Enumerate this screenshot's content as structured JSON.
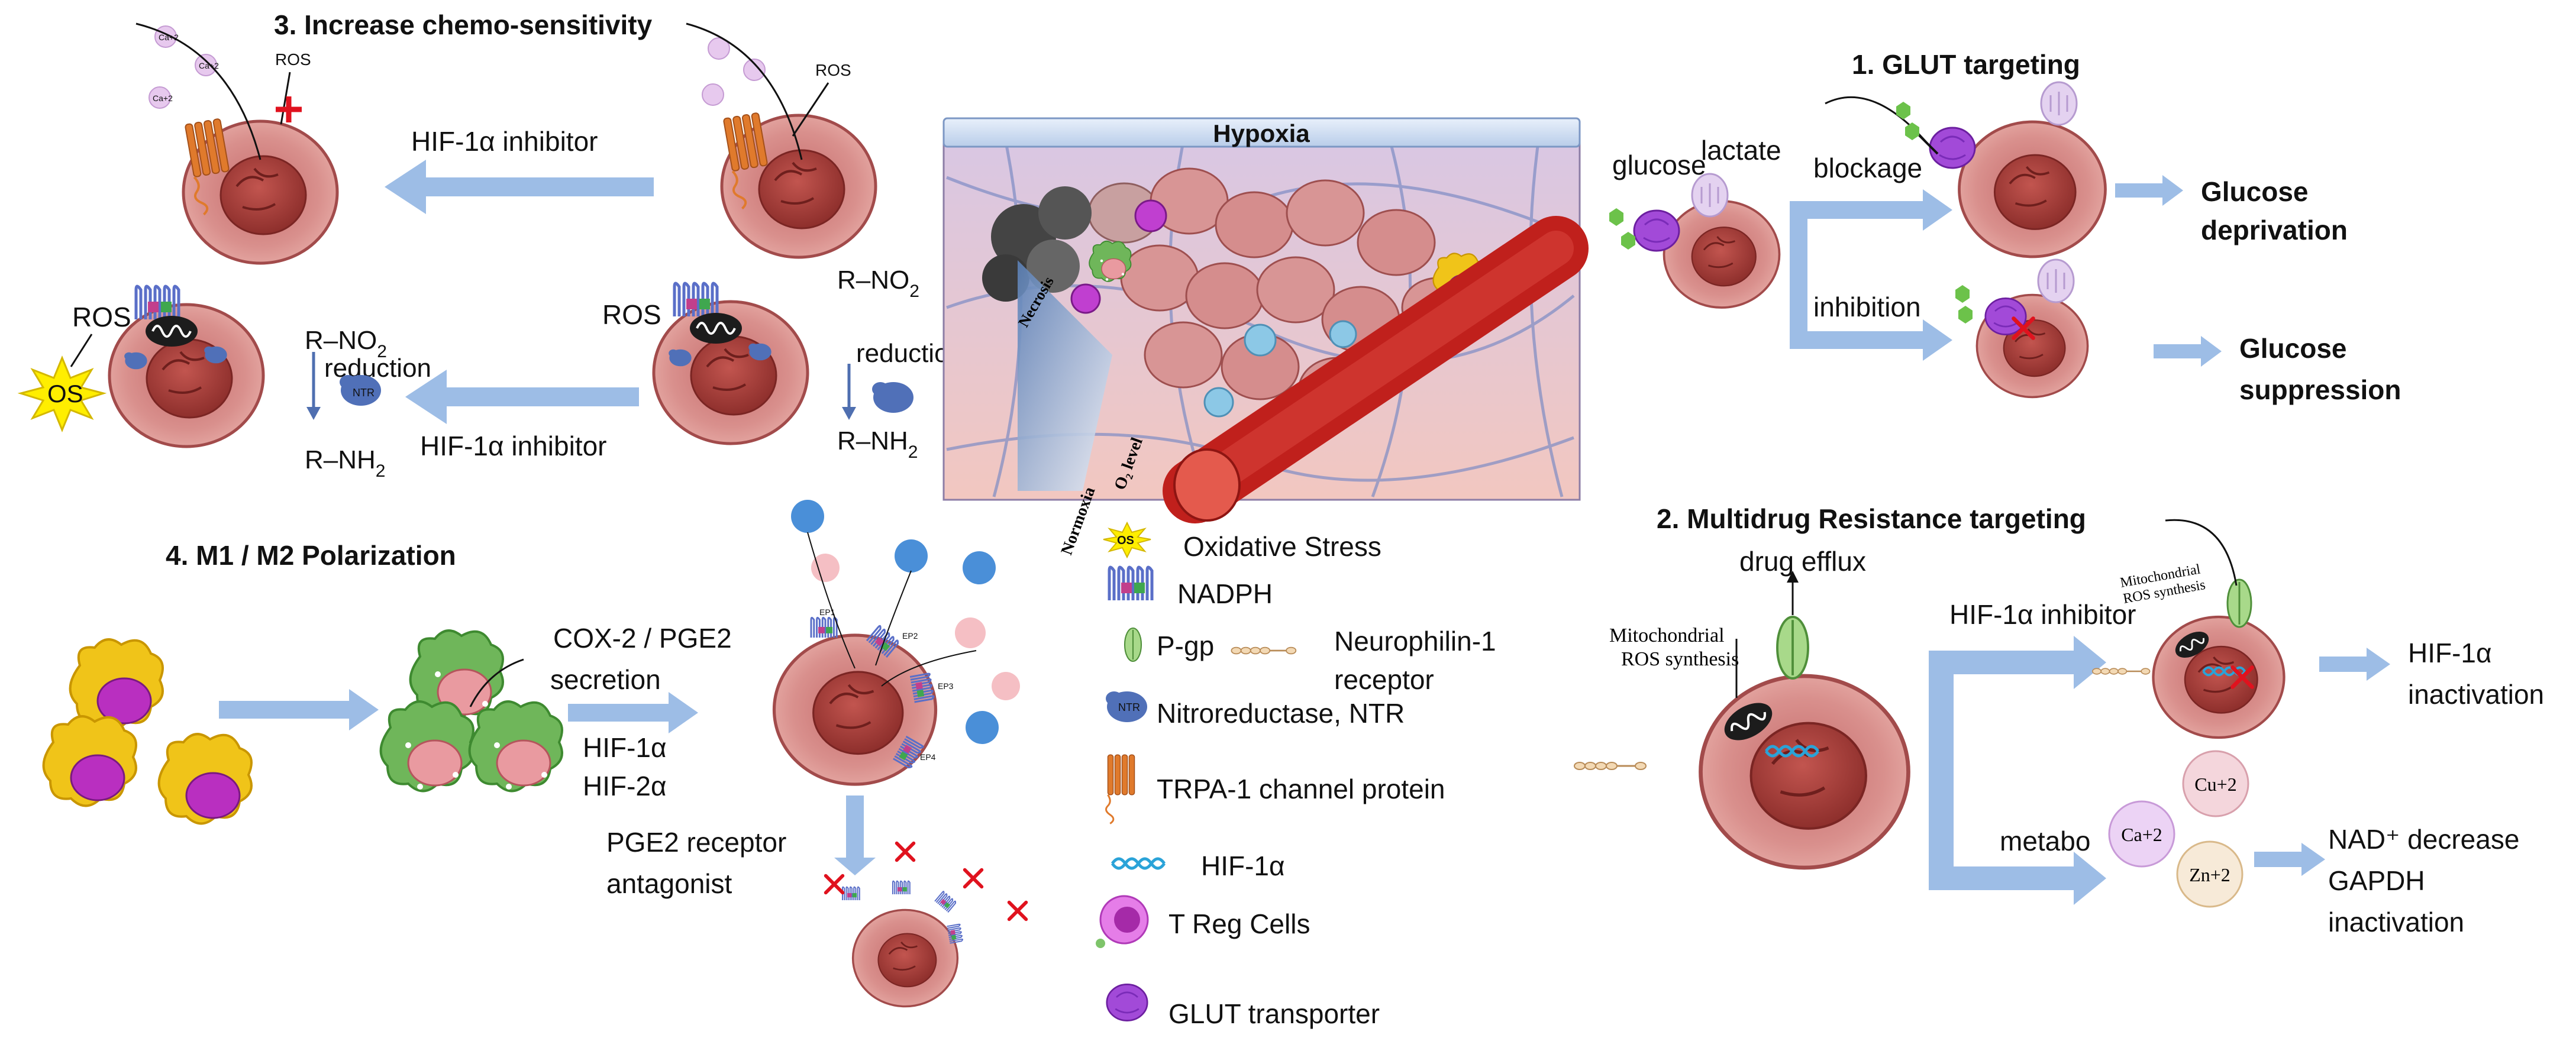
{
  "sections": {
    "chemo": {
      "title": "3. Increase chemo-sensitivity",
      "arrow_top": "HIF-1α inhibitor",
      "arrow_bottom": "HIF-1α inhibitor",
      "ros_small": "ROS",
      "ros_small_right": "ROS",
      "ros_left": "ROS",
      "ros_mid": "ROS",
      "os_burst": "OS",
      "ion1": "Ca+2",
      "ion2": "Ca+2",
      "ion3": "Ca+2",
      "nitro_left_1": "R–NO",
      "nitro_left_sub": "2",
      "nitro_left_reduction": "reduction",
      "nitro_left_amine": "R–NH",
      "nitro_left_amine_sub": "2",
      "nitro_right_1": "R–NO",
      "nitro_right_sub": "2",
      "nitro_right_reduction": "reduction",
      "nitro_right_amine": "R–NH",
      "nitro_right_amine_sub": "2",
      "ntr_chip": "NTR"
    },
    "hypoxia": {
      "title": "Hypoxia",
      "necrosis": "Necrosis",
      "normoxia": "Normoxia",
      "o2": "O₂ level"
    },
    "glut": {
      "title": "1. GLUT targeting",
      "glucose": "glucose",
      "lactate": "lactate",
      "blockage": "blockage",
      "inhibition": "inhibition",
      "out1_line1": "Glucose",
      "out1_line2": "deprivation",
      "out2_line1": "Glucose",
      "out2_line2": "suppression"
    },
    "polarization": {
      "title": "4. M1 / M2 Polarization",
      "cox": "COX-2 / PGE2",
      "secretion": "secretion",
      "hif1": "HIF-1α",
      "hif2": "HIF-2α",
      "antagonist_line1": "PGE2 receptor",
      "antagonist_line2": "antagonist",
      "ep1": "EP1",
      "ep2": "EP2",
      "ep3": "EP3",
      "ep4": "EP4"
    },
    "mdr": {
      "title": "2. Multidrug Resistance targeting",
      "drug_efflux": "drug efflux",
      "mito_line1": "Mitochondrial",
      "mito_line2": "ROS synthesis",
      "mito_small_1": "Mitochondrial",
      "mito_small_2": "ROS synthesis",
      "hif_inhibitor": "HIF-1α inhibitor",
      "out1_line1": "HIF-1α",
      "out1_line2": "inactivation",
      "metabo": "metabo",
      "cu": "Cu+2",
      "ca": "Ca+2",
      "zn": "Zn+2",
      "out2_line1": "NAD⁺ decrease",
      "out2_line2": "GAPDH",
      "out2_line3": "inactivation"
    }
  },
  "legend": {
    "items": [
      {
        "key": "os",
        "label": "Oxidative Stress"
      },
      {
        "key": "nadph",
        "label": "NADPH"
      },
      {
        "key": "pgp",
        "label": "P-gp"
      },
      {
        "key": "neuro1",
        "label": "Neurophilin-1"
      },
      {
        "key": "neuro2",
        "label": "receptor"
      },
      {
        "key": "ntr",
        "label": "Nitroreductase, NTR"
      },
      {
        "key": "trpa",
        "label": "TRPA-1 channel protein"
      },
      {
        "key": "hif",
        "label": "HIF-1α"
      },
      {
        "key": "treg",
        "label": "T Reg Cells"
      },
      {
        "key": "glut",
        "label": "GLUT transporter"
      }
    ],
    "os_icon_text": "OS",
    "ntr_icon_text": "NTR"
  },
  "colors": {
    "arrow": "#9dbde6",
    "cell": "#d98c8c",
    "cell_dark": "#b04a4a",
    "nucleus": "#a8423f",
    "vessel": "#c0201c",
    "glut": "#a24ad8",
    "macrophage_m1": "#f0c419",
    "macrophage_m2": "#7ec46a"
  }
}
